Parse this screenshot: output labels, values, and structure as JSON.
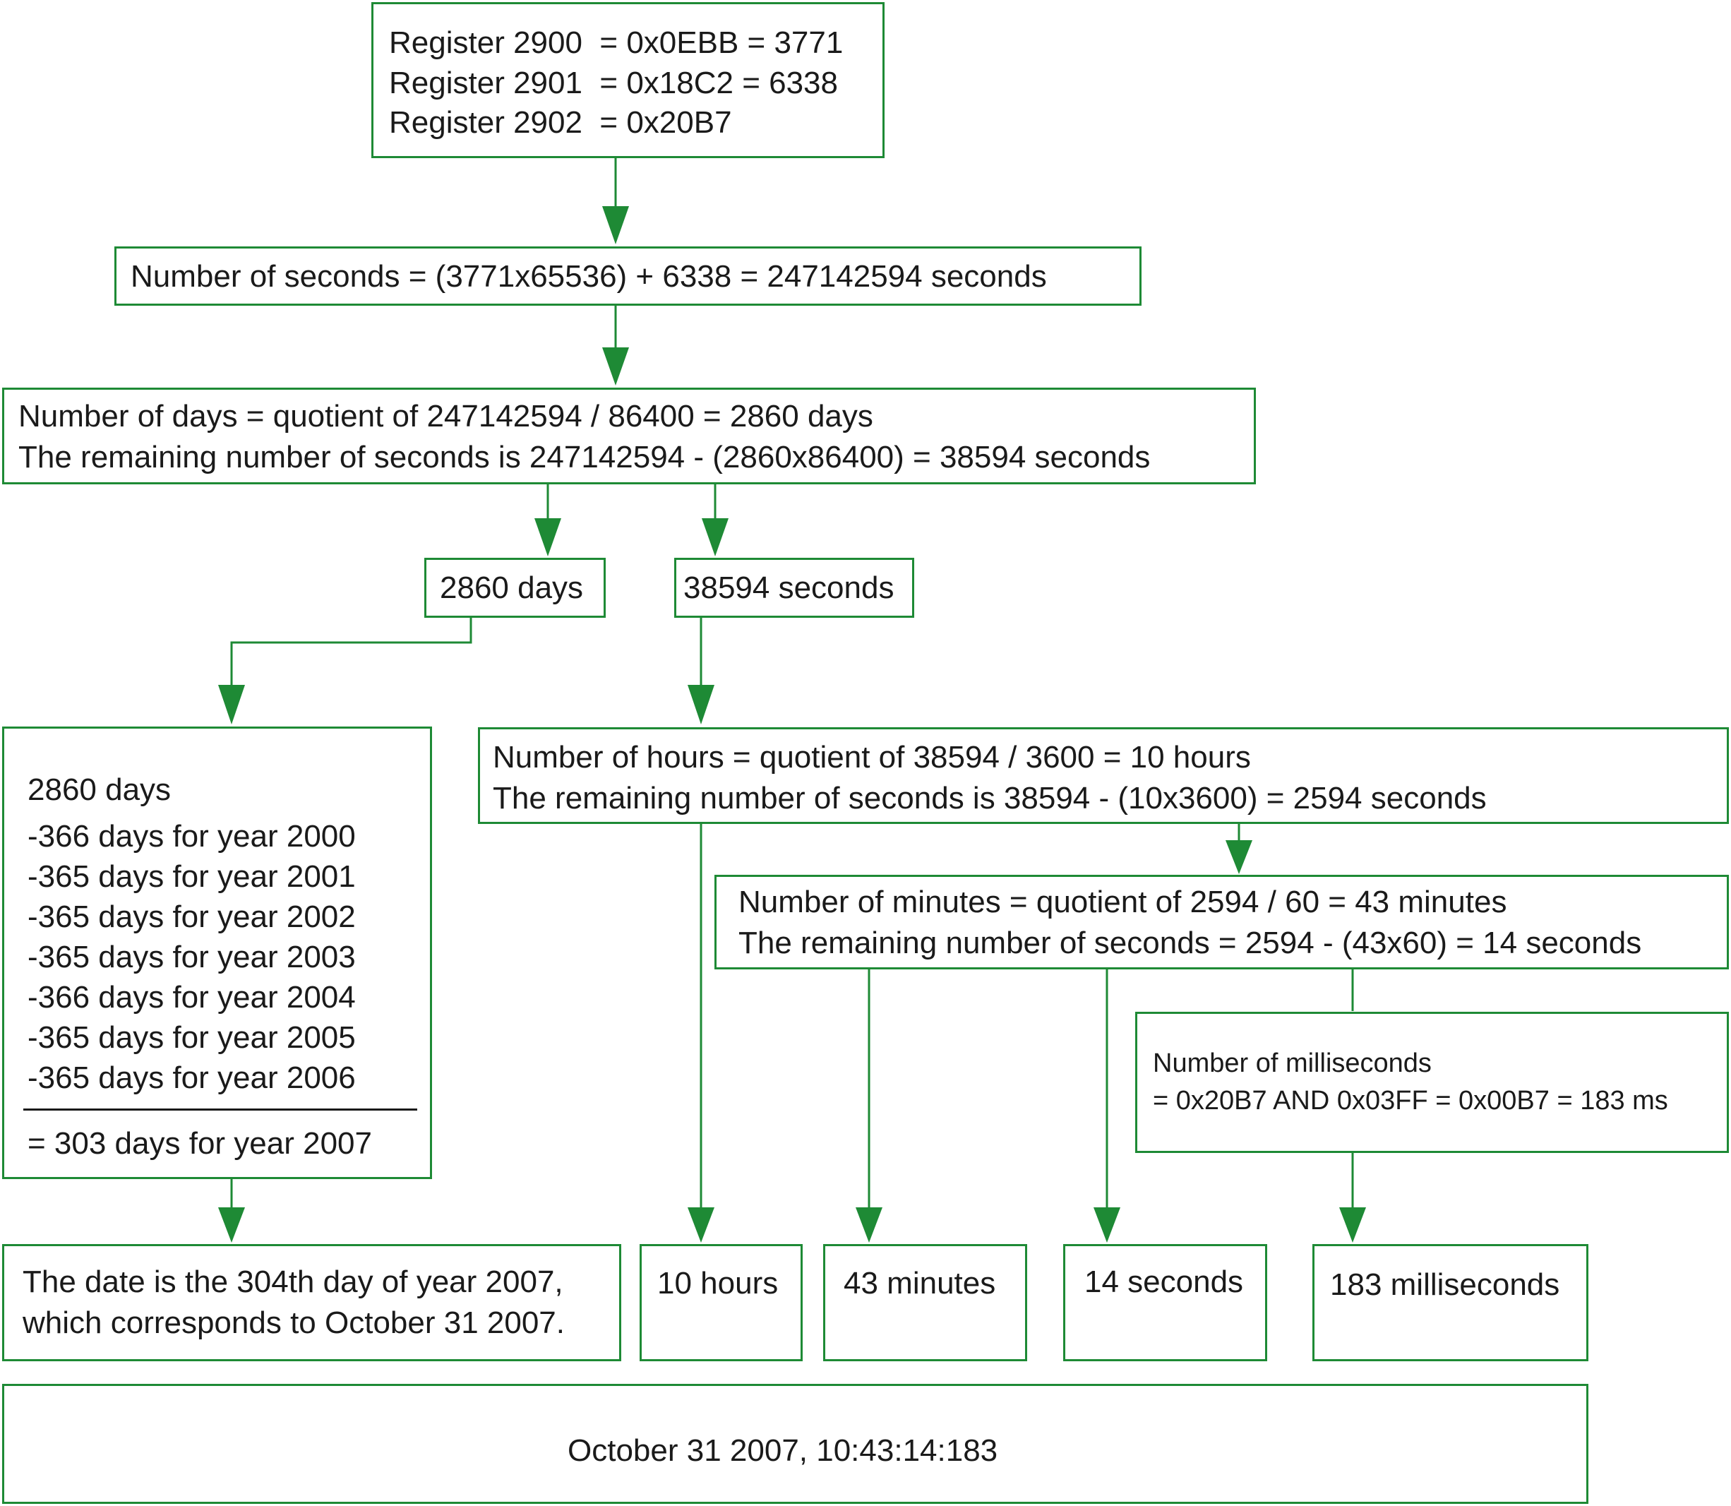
{
  "colors": {
    "line": "#1e8a35",
    "text": "#1a1a1a"
  },
  "registers": {
    "line1": "Register 2900  = 0x0EBB = 3771",
    "line2": "Register 2901  = 0x18C2 = 6338",
    "line3": "Register 2902  = 0x20B7"
  },
  "seconds_total": "Number of seconds = (3771x65536) + 6338 = 247142594 seconds",
  "days_calc": {
    "line1": "Number of days = quotient of 247142594 / 86400 = 2860 days",
    "line2": "The remaining number of seconds is 247142594 - (2860x86400) = 38594 seconds"
  },
  "days_box": "2860 days",
  "seconds_box": "38594 seconds",
  "years": {
    "header": "2860 days",
    "items": [
      "-366 days for year 2000",
      "-365 days for year 2001",
      "-365 days for year 2002",
      "-365 days for year 2003",
      "-366 days for year 2004",
      "-365 days for year 2005",
      "-365 days for year 2006"
    ],
    "result": "= 303 days for year 2007"
  },
  "hours_calc": {
    "line1": "Number of hours = quotient of 38594 / 3600 = 10 hours",
    "line2": "The remaining number of seconds is 38594 - (10x3600) = 2594 seconds"
  },
  "minutes_calc": {
    "line1": "Number of minutes = quotient of 2594 / 60 = 43 minutes",
    "line2": "The remaining number of seconds = 2594 - (43x60) = 14 seconds"
  },
  "ms_calc": {
    "line1": "Number of milliseconds",
    "line2": "= 0x20B7 AND 0x03FF = 0x00B7 = 183 ms"
  },
  "date_result": {
    "line1": "The date is the 304th day of year 2007,",
    "line2": "which corresponds to October 31 2007."
  },
  "hours_result": "10 hours",
  "minutes_result": "43 minutes",
  "seconds_result": "14 seconds",
  "ms_result": "183 milliseconds",
  "final": "October 31 2007, 10:43:14:183"
}
